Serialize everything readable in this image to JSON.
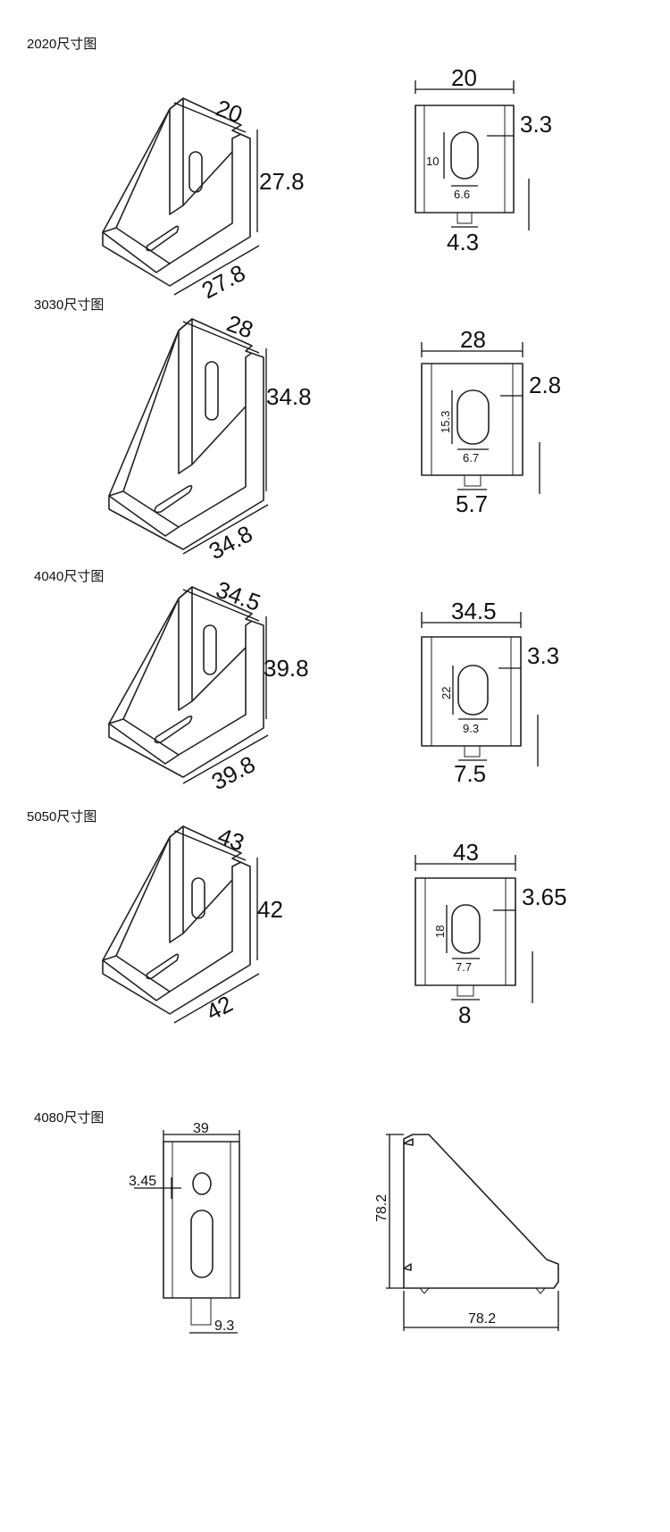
{
  "sections": [
    {
      "title": "2020尺寸图",
      "iso": {
        "top": "20",
        "height": "27.8",
        "depth": "27.8"
      },
      "front": {
        "width": "20",
        "wall": "3.3",
        "slot_h": "10",
        "slot_w": "6.6",
        "tab": "4.3"
      }
    },
    {
      "title": "3030尺寸图",
      "iso": {
        "top": "28",
        "height": "34.8",
        "depth": "34.8"
      },
      "front": {
        "width": "28",
        "wall": "2.8",
        "slot_h": "15.3",
        "slot_w": "6.7",
        "tab": "5.7"
      }
    },
    {
      "title": "4040尺寸图",
      "iso": {
        "top": "34.5",
        "height": "39.8",
        "depth": "39.8"
      },
      "front": {
        "width": "34.5",
        "wall": "3.3",
        "slot_h": "22",
        "slot_w": "9.3",
        "tab": "7.5"
      }
    },
    {
      "title": "5050尺寸图",
      "iso": {
        "top": "43",
        "height": "42",
        "depth": "42"
      },
      "front": {
        "width": "43",
        "wall": "3.65",
        "slot_h": "18",
        "slot_w": "7.7",
        "tab": "8"
      }
    }
  ],
  "s4080": {
    "title": "4080尺寸图",
    "width": "39",
    "offset": "3.45",
    "slot_w": "9.3",
    "side_h": "78.2",
    "side_w": "78.2"
  }
}
